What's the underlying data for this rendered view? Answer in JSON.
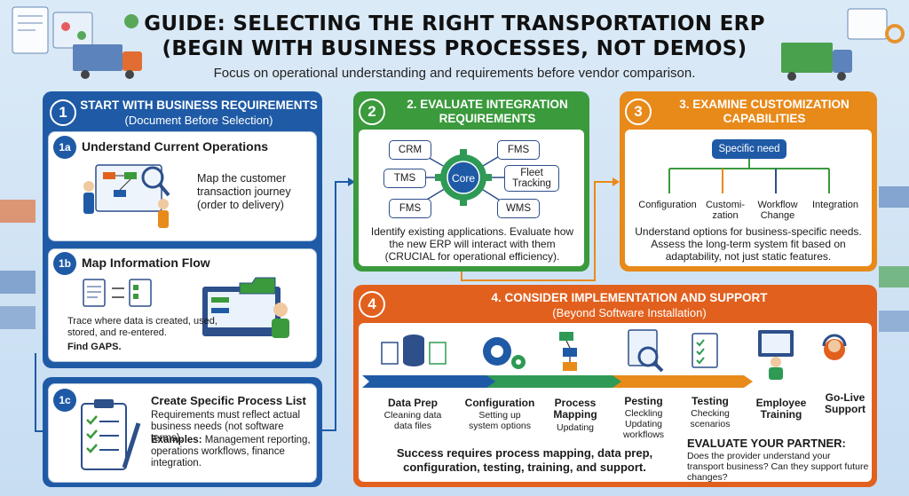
{
  "header": {
    "title_line1": "GUIDE: SELECTING THE RIGHT TRANSPORTATION ERP",
    "title_line2": "(BEGIN WITH BUSINESS PROCESSES, NOT DEMOS)",
    "subtitle": "Focus on operational understanding and requirements before vendor comparison."
  },
  "section1": {
    "number": "1",
    "title": "START WITH BUSINESS REQUIREMENTS",
    "subtitle": "(Document Before Selection)",
    "a": {
      "number": "1a",
      "title": "Understand Current Operations",
      "text": "Map the customer transaction journey (order to delivery)"
    },
    "b": {
      "number": "1b",
      "title": "Map Information Flow",
      "text": "Trace where data is created, used, stored, and re-entered.",
      "emphasis": "Find GAPS."
    },
    "c": {
      "number": "1c",
      "title": "Create Specific Process List",
      "text": "Requirements must reflect actual business needs (not software terms).",
      "examples_label": "Examples:",
      "examples": " Management reporting, operations workflows, finance integration."
    }
  },
  "section2": {
    "number": "2",
    "title_line1": "2. EVALUATE INTEGRATION",
    "title_line2": "REQUIREMENTS",
    "core": "Core",
    "nodes": [
      "CRM",
      "FMS",
      "TMS",
      "Fleet Tracking",
      "FMS",
      "WMS"
    ],
    "text": "Identify existing applications. Evaluate how the new ERP will interact with them (CRUCIAL for operational efficiency)."
  },
  "section3": {
    "number": "3",
    "title_line1": "3. EXAMINE CUSTOMIZATION",
    "title_line2": "CAPABILITIES",
    "root": "Specific need",
    "options": [
      "Configuration",
      "Customi-zation",
      "Workflow Change",
      "Integration"
    ],
    "text": "Understand options for business-specific needs. Assess the long-term system fit based on adaptability, not just static features."
  },
  "section4": {
    "number": "4",
    "title": "4. CONSIDER IMPLEMENTATION AND SUPPORT",
    "subtitle": "(Beyond Software Installation)",
    "steps": [
      {
        "title": "Data Prep",
        "sub": "Cleaning data data files"
      },
      {
        "title": "Configuration",
        "sub": "Setting up system options"
      },
      {
        "title": "Process Mapping",
        "sub": "Updating"
      },
      {
        "title": "Pesting",
        "sub": "Cleckling Updating workflows"
      },
      {
        "title": "Testing",
        "sub": "Checking scenarios"
      },
      {
        "title": "Employee Training",
        "sub": ""
      },
      {
        "title": "Go-Live Support",
        "sub": ""
      }
    ],
    "summary": "Success requires process mapping, data prep, configuration, testing, training, and support.",
    "partner_title": "EVALUATE YOUR PARTNER:",
    "partner_text": "Does the provider understand your transport business? Can they support future changes?"
  },
  "colors": {
    "blue": "#1f5aa6",
    "green": "#3a9a3c",
    "orange": "#e88a1a",
    "deep_orange": "#e2601e",
    "navy": "#1d3f7a"
  }
}
